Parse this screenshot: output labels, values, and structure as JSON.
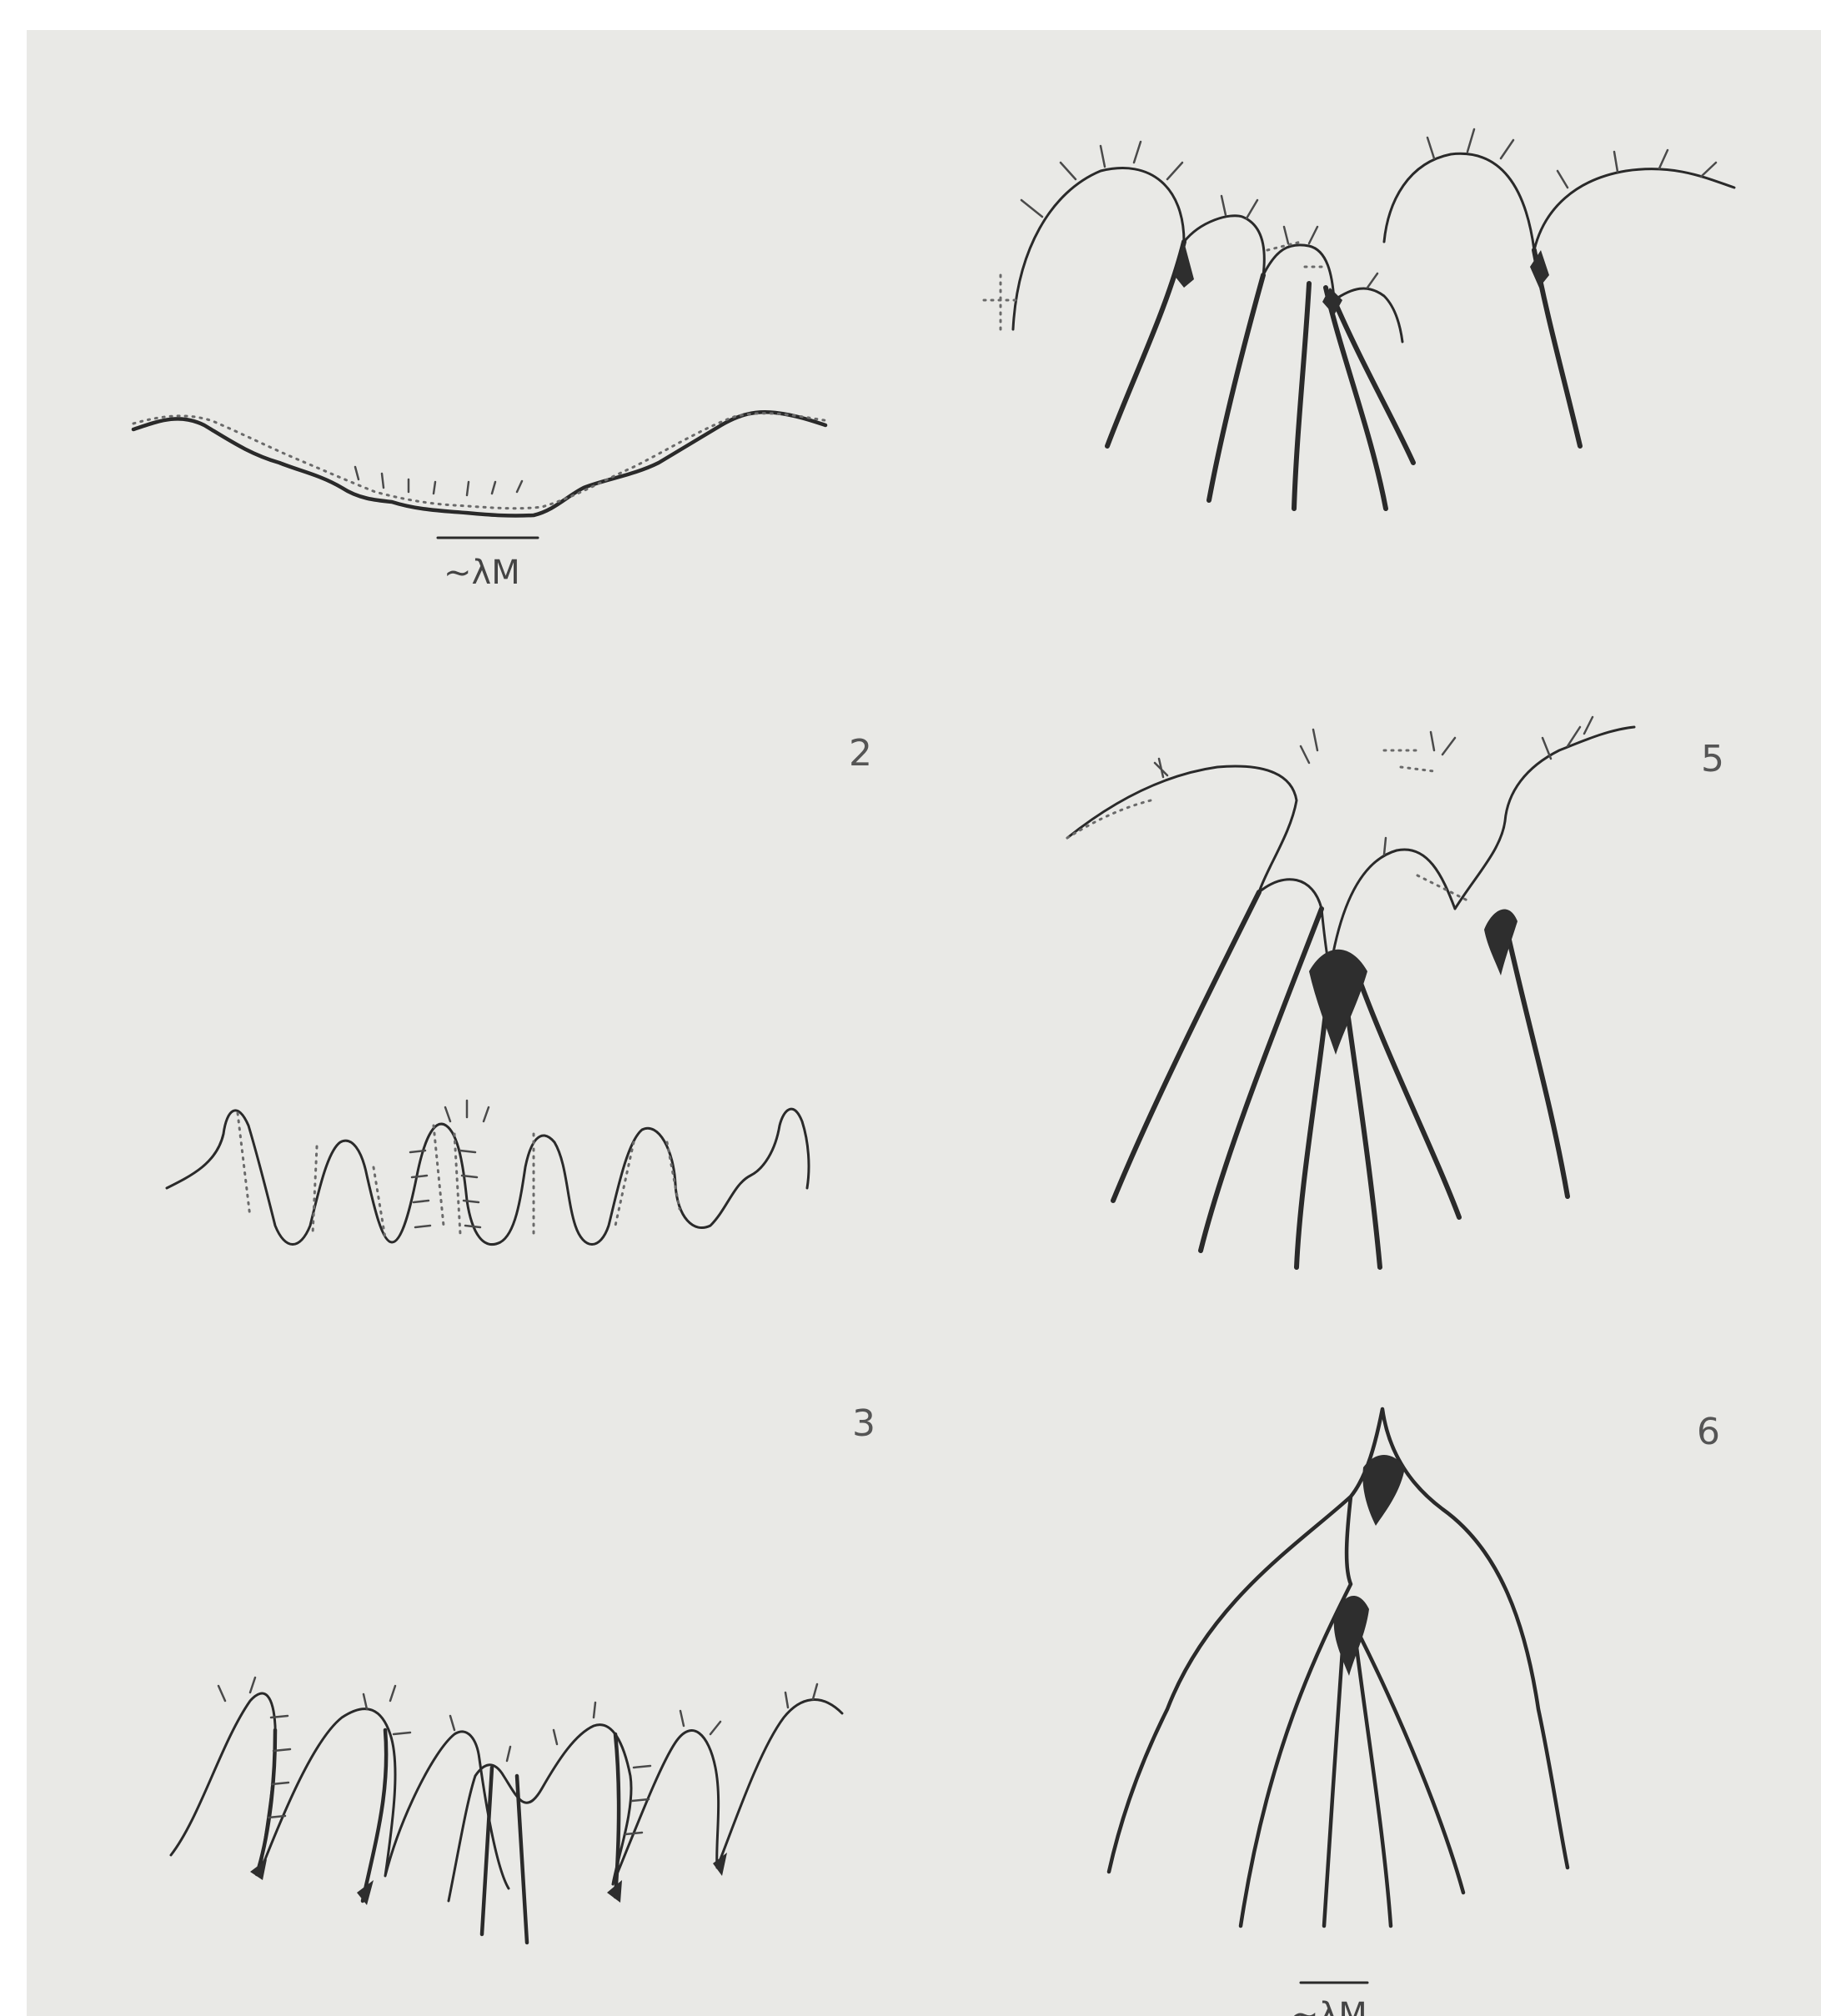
{
  "panel_labels": {
    "p2": "2",
    "p3": "3",
    "p5": "5",
    "p6": "6"
  },
  "scale_labels": {
    "panel1": "~λM",
    "panel6": "~λM"
  },
  "colors": {
    "paper": "#e9e9e6",
    "ink": "#2a2a2a"
  }
}
